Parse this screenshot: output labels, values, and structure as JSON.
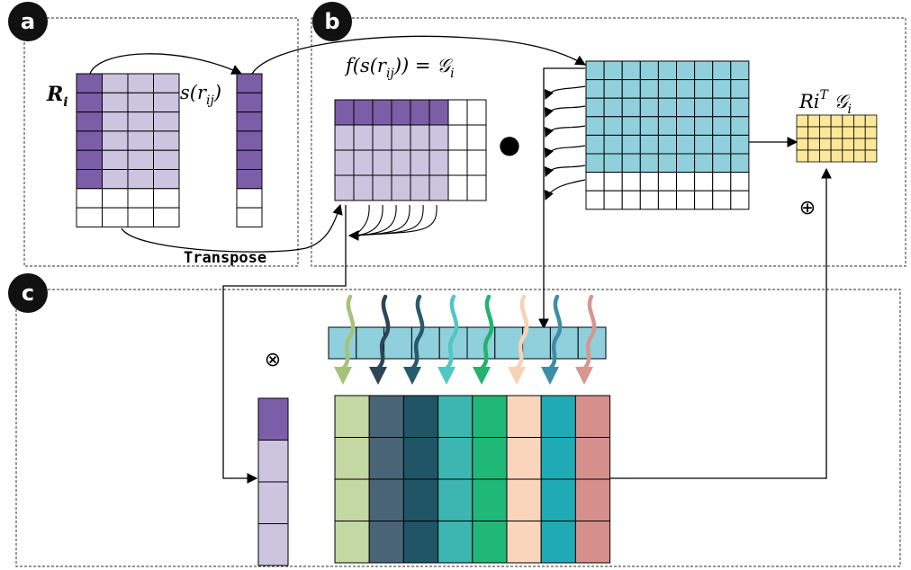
{
  "panels": {
    "a": {
      "badge": "a"
    },
    "b": {
      "badge": "b"
    },
    "c": {
      "badge": "c"
    }
  },
  "labels": {
    "r_i": "R",
    "r_i_sub": "i",
    "s_rij": "s(r",
    "s_rij_sub": "ij",
    "s_rij_close": ")",
    "transpose": "Transpose",
    "f_formula_1": "f(s(r",
    "f_formula_sub": "ij",
    "f_formula_2": ")) = 𝒢",
    "f_formula_sub2": "i",
    "result_1": "Ri",
    "result_sup": "T",
    "result_g": " 𝒢",
    "result_sub": "i",
    "dot_op": "●",
    "plus_op": "⊕",
    "times_op": "⊗"
  },
  "colors": {
    "purple_dark": "#7b5ea7",
    "purple_light": "#cdc5e0",
    "blue": "#8fd0dc",
    "yellow": "#fde89a",
    "bar_columns": [
      "#c3d8a2",
      "#4a6477",
      "#1f5566",
      "#3db5b1",
      "#1fb877",
      "#fad5bc",
      "#1fabb5",
      "#d6908c"
    ],
    "arrow_colors": [
      "#a6c27a",
      "#2e4457",
      "#275a6c",
      "#4fc7c7",
      "#23b36e",
      "#f8d2b6",
      "#3e8da8",
      "#d99690"
    ]
  }
}
